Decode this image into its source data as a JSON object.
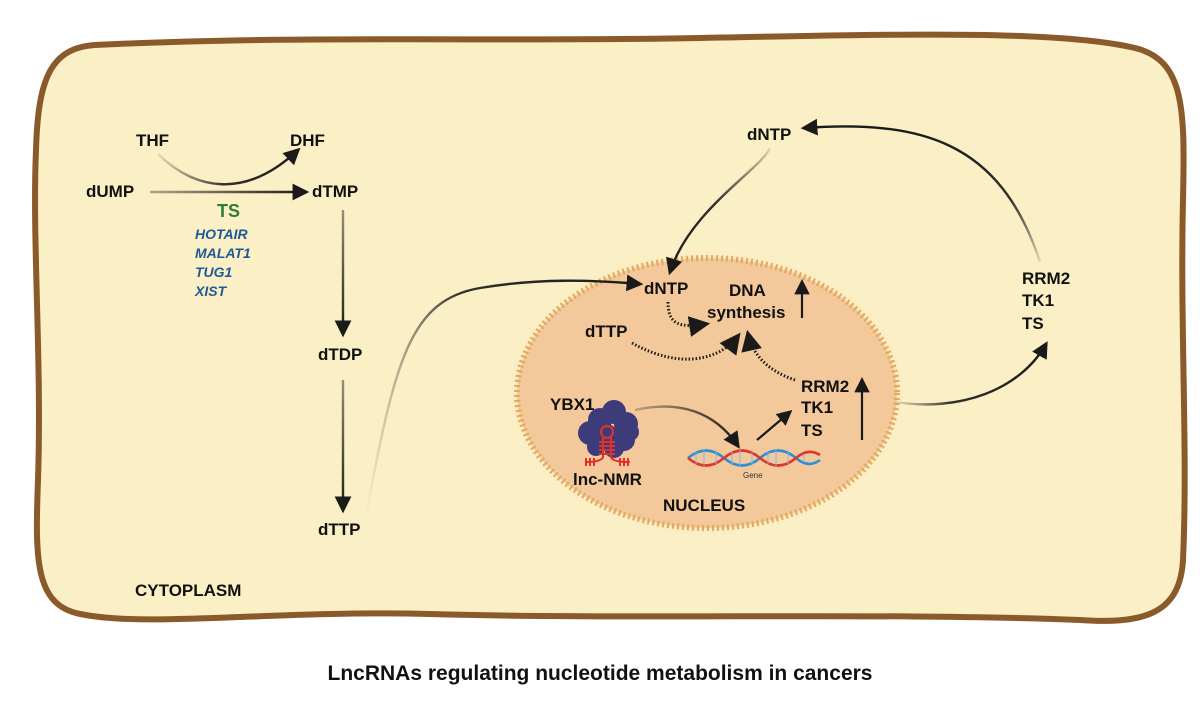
{
  "title": "LncRNAs regulating nucleotide metabolism in cancers",
  "compartments": {
    "cytoplasm": "CYTOPLASM",
    "nucleus": "NUCLEUS"
  },
  "cytoplasm_pathway": {
    "thf": "THF",
    "dhf": "DHF",
    "dump": "dUMP",
    "dtmp": "dTMP",
    "enzyme": "TS",
    "lncrnas": [
      "HOTAIR",
      "MALAT1",
      "TUG1",
      "XIST"
    ],
    "dtdp": "dTDP",
    "dttp": "dTTP"
  },
  "outer_loop": {
    "dntp": "dNTP",
    "enzymes": [
      "RRM2",
      "TK1",
      "TS"
    ]
  },
  "nucleus_content": {
    "dntp": "dNTP",
    "dttp": "dTTP",
    "dna_synthesis": [
      "DNA",
      "synthesis"
    ],
    "ybx1": "YBX1",
    "lnc_nmr": "lnc-NMR",
    "gene_label": "Gene",
    "enzymes": [
      "RRM2",
      "TK1",
      "TS"
    ]
  },
  "colors": {
    "cell_fill": "#fbefc6",
    "cell_border": "#8a5a2a",
    "nucleus_fill": "#f3c99b",
    "ts_enzyme": "#2e7d32",
    "lncrna_text": "#1f5a96",
    "ybx1_protein": "#3d3b7a",
    "lnc_nmr_rna": "#e0302a",
    "dna_blue": "#2f8fd6",
    "dna_red": "#e0352b"
  }
}
